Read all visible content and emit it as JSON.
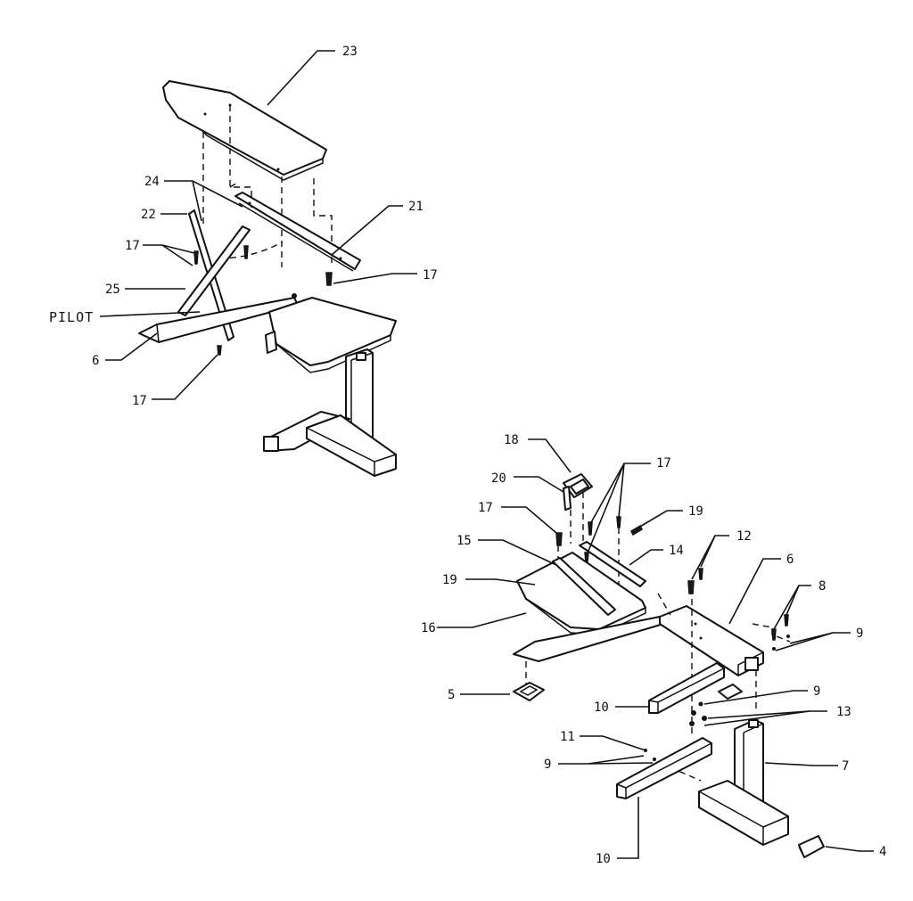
{
  "callouts": {
    "c23": "23",
    "c24": "24",
    "c22": "22",
    "c21": "21",
    "c17a": "17",
    "c17b": "17",
    "c25": "25",
    "pilot": "PILOT",
    "c6a": "6",
    "c17c": "17",
    "c18": "18",
    "c20": "20",
    "c17d": "17",
    "c17e": "17",
    "c19a": "19",
    "c15": "15",
    "c14": "14",
    "c12": "12",
    "c6b": "6",
    "c8": "8",
    "c19b": "19",
    "c16": "16",
    "c9a": "9",
    "c5": "5",
    "c10a": "10",
    "c9b": "9",
    "c13": "13",
    "c11": "11",
    "c9c": "9",
    "c7": "7",
    "c10b": "10",
    "c4": "4"
  }
}
